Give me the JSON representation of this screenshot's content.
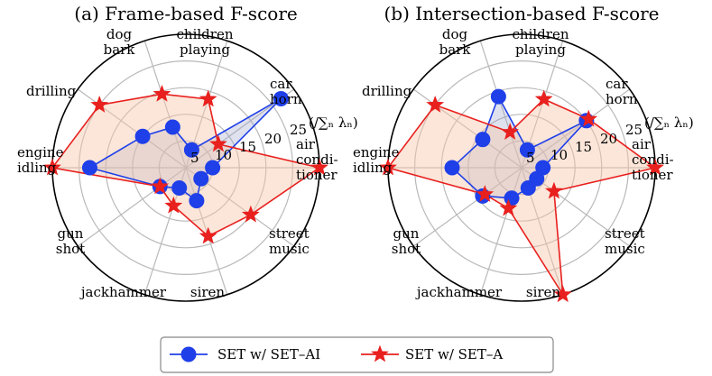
{
  "chart_data": [
    {
      "type": "radar",
      "title": "(a) Frame-based F-score",
      "categories": [
        "car horn",
        "air conditioner",
        "street music",
        "siren",
        "jackhammer",
        "gun shot",
        "engine idling",
        "drilling",
        "dog bark",
        "children playing"
      ],
      "category_lines": [
        [
          "car",
          "horn"
        ],
        [
          "air",
          "condi-",
          "tioner"
        ],
        [
          "street",
          "music"
        ],
        [
          "siren"
        ],
        [
          "jackhammer"
        ],
        [
          "gun",
          "shot"
        ],
        [
          "engine",
          "idling"
        ],
        [
          "drilling"
        ],
        [
          "dog",
          "bark"
        ],
        [
          "children",
          "playing"
        ]
      ],
      "rlim": [
        0,
        25
      ],
      "r_ticks": [
        "5",
        "10",
        "15",
        "20",
        "25"
      ],
      "r_unit": "(/∑ₙ λₙ)",
      "grid": true,
      "series": [
        {
          "name": "SET w/ SET–AI",
          "color": "#1f3fe8",
          "marker": "circle",
          "values": [
            22.0,
            5.0,
            3.5,
            6.5,
            4.0,
            6.0,
            18.0,
            10.0,
            8.0,
            3.5
          ]
        },
        {
          "name": "SET w/ SET–A",
          "color": "#e8201e",
          "marker": "star",
          "values": [
            7.5,
            25.0,
            15.0,
            13.5,
            7.5,
            6.0,
            25.0,
            20.0,
            14.5,
            13.5
          ]
        }
      ]
    },
    {
      "type": "radar",
      "title": "(b) Intersection-based F-score",
      "categories": [
        "car horn",
        "air conditioner",
        "street music",
        "siren",
        "jackhammer",
        "gun shot",
        "engine idling",
        "drilling",
        "dog bark",
        "children playing"
      ],
      "category_lines": [
        [
          "car",
          "horn"
        ],
        [
          "air",
          "condi-",
          "tioner"
        ],
        [
          "street",
          "music"
        ],
        [
          "siren"
        ],
        [
          "jackhammer"
        ],
        [
          "gun",
          "shot"
        ],
        [
          "engine",
          "idling"
        ],
        [
          "drilling"
        ],
        [
          "dog",
          "bark"
        ],
        [
          "children",
          "playing"
        ]
      ],
      "rlim": [
        0,
        25
      ],
      "r_ticks": [
        "5",
        "10",
        "15",
        "20",
        "25"
      ],
      "r_unit": "(/∑ₙ λₙ)",
      "grid": true,
      "series": [
        {
          "name": "SET w/ SET–AI",
          "color": "#1f3fe8",
          "marker": "circle",
          "values": [
            15.0,
            4.0,
            3.5,
            4.0,
            6.0,
            9.0,
            13.0,
            9.0,
            14.0,
            3.5
          ]
        },
        {
          "name": "SET w/ SET–A",
          "color": "#e8201e",
          "marker": "star",
          "values": [
            15.5,
            25.0,
            7.5,
            25.0,
            8.0,
            8.5,
            25.0,
            20.0,
            7.0,
            13.5
          ]
        }
      ]
    }
  ],
  "legend": {
    "placement": "bottom-center",
    "items": [
      {
        "label": "SET w/ SET–AI",
        "color": "#1f3fe8",
        "marker": "circle"
      },
      {
        "label": "SET w/ SET–A",
        "color": "#e8201e",
        "marker": "star"
      }
    ]
  }
}
